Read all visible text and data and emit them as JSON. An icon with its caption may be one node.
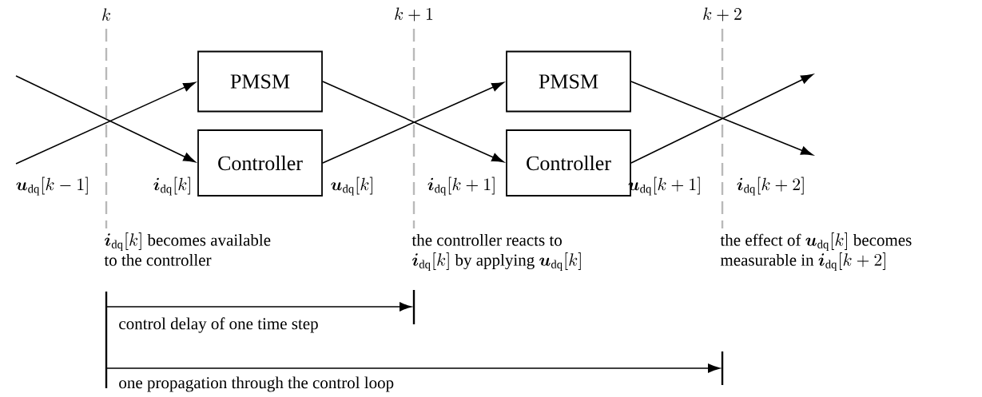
{
  "diagram": {
    "nodes": [
      {
        "text": [
          "PMSM"
        ]
      },
      {
        "text": [
          "Controller"
        ]
      },
      {
        "text": [
          "PMSM"
        ]
      },
      {
        "text": [
          "Controller"
        ]
      }
    ],
    "edges": [
      {
        "from": null,
        "to": 1,
        "arrow": "to"
      },
      {
        "from": null,
        "to": 0,
        "arrow": "to"
      },
      {
        "from": 0,
        "to": 3,
        "arrow": "to"
      },
      {
        "from": 1,
        "to": 2,
        "arrow": "to"
      },
      {
        "from": 2,
        "to": null,
        "arrow": "to"
      },
      {
        "from": 3,
        "to": null,
        "arrow": "to"
      }
    ],
    "labels": [
      "k",
      "k+1",
      "k+2",
      "\\boldsymbol{u}_{\\mathrm{dq}}[k-1]",
      "\\boldsymbol{i}_{\\mathrm{dq}}[k]",
      "\\boldsymbol{u}_{\\mathrm{dq}}[k]",
      "\\boldsymbol{i}_{\\mathrm{dq}}[k+1]",
      "\\boldsymbol{u}_{\\mathrm{dq}}[k+1]",
      "\\boldsymbol{i}_{\\mathrm{dq}}[k+2]",
      "\\begin{array}{@{}l@{}}\\boldsymbol{i}_{\\mathrm{dq}}[k]\\text{ becomes available}\\\\\\text{to the controller}\\end{array}",
      "\\begin{array}{@{}l@{}}\\text{the controller reacts to}\\\\\\boldsymbol{i}_{\\mathrm{dq}}[k]\\text{ by applying }\\boldsymbol{u}_{\\mathrm{dq}}[k]\\end{array}",
      "\\begin{array}{@{}l@{}}\\text{the effect of }\\boldsymbol{u}_{\\mathrm{dq}}[k]\\text{ becomes}\\\\\\text{measurable in }\\boldsymbol{i}_{\\mathrm{dq}}[k+2]\\end{array}",
      "control delay of one time step",
      "one propagation through the control loop"
    ]
  }
}
